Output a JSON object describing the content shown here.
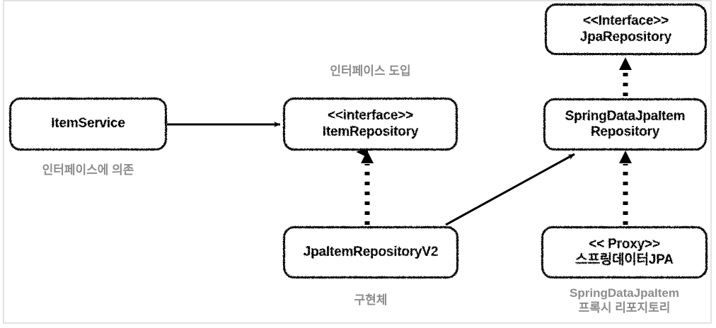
{
  "diagram": {
    "title": "Spring Data JPA repository structure",
    "colors": {
      "frame": "#e2e2e2",
      "node_border": "#111111",
      "node_text": "#000000",
      "caption_text": "#8c8c8c",
      "background": "#ffffff",
      "arrow": "#000000"
    },
    "nodes": [
      {
        "id": "item-service",
        "lines": [
          "ItemService"
        ]
      },
      {
        "id": "item-repository",
        "lines": [
          "<<interface>>",
          "ItemRepository"
        ]
      },
      {
        "id": "jpa-repository",
        "lines": [
          "<<Interface>>",
          "JpaRepository"
        ]
      },
      {
        "id": "spring-data-jpa-item-repository",
        "lines": [
          "SpringDataJpaItem",
          "Repository"
        ]
      },
      {
        "id": "jpa-item-repository-v2",
        "lines": [
          "JpaItemRepositoryV2"
        ]
      },
      {
        "id": "proxy",
        "lines": [
          "<< Proxy>>",
          "스프링데이터JPA"
        ]
      }
    ],
    "captions": [
      {
        "id": "depends-on-interface",
        "lines": [
          "인터페이스에 의존"
        ]
      },
      {
        "id": "introduce-interface",
        "lines": [
          "인터페이스 도입"
        ]
      },
      {
        "id": "implementation",
        "lines": [
          "구현체"
        ]
      },
      {
        "id": "proxy-repository",
        "lines": [
          "SpringDataJpaItem",
          "프록시 리포지토리"
        ]
      }
    ],
    "edges": [
      {
        "id": "item-service-to-item-repository",
        "from": "ItemService",
        "to": "ItemRepository",
        "style": "solid",
        "arrow": "open"
      },
      {
        "id": "jpa-item-repository-v2-to-item-repository",
        "from": "JpaItemRepositoryV2",
        "to": "ItemRepository",
        "style": "dotted",
        "arrow": "filled-triangle"
      },
      {
        "id": "jpa-item-repository-v2-to-spring-data-jpa-item-repository",
        "from": "JpaItemRepositoryV2",
        "to": "SpringDataJpaItemRepository",
        "style": "solid",
        "arrow": "open"
      },
      {
        "id": "spring-data-jpa-item-repository-to-jpa-repository",
        "from": "SpringDataJpaItemRepository",
        "to": "JpaRepository",
        "style": "dotted",
        "arrow": "filled-triangle"
      },
      {
        "id": "proxy-to-spring-data-jpa-item-repository",
        "from": "스프링데이터JPA Proxy",
        "to": "SpringDataJpaItemRepository",
        "style": "dotted",
        "arrow": "filled-triangle"
      }
    ]
  }
}
